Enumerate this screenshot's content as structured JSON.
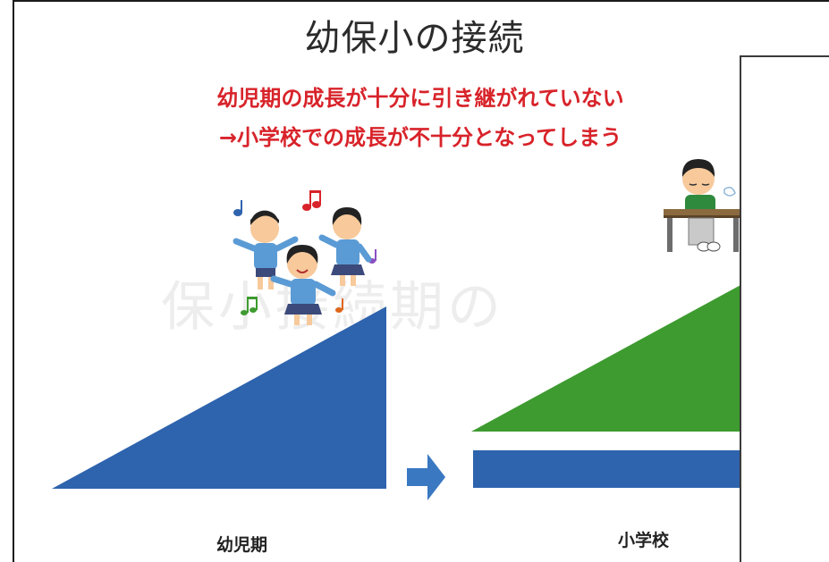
{
  "slide": {
    "title": "幼保小の接続",
    "line1": "幼児期の成長が十分に引き継がれていない",
    "line2": "→小学校での成長が不十分となってしまう",
    "bleed_through_text": "保小接続期の",
    "labels": {
      "early_childhood": "幼児期",
      "elementary": "小学校"
    }
  },
  "colors": {
    "title": "#2b2b2b",
    "emphasis_red": "#d8232a",
    "triangle_blue": "#2e63ad",
    "triangle_green": "#3d9b2f",
    "arrow_blue": "#3a78c2",
    "bar_blue": "#2e63ad"
  },
  "illustrations": [
    "children-dancing-illustration",
    "student-sleeping-at-desk-illustration",
    "music-note-icon"
  ]
}
